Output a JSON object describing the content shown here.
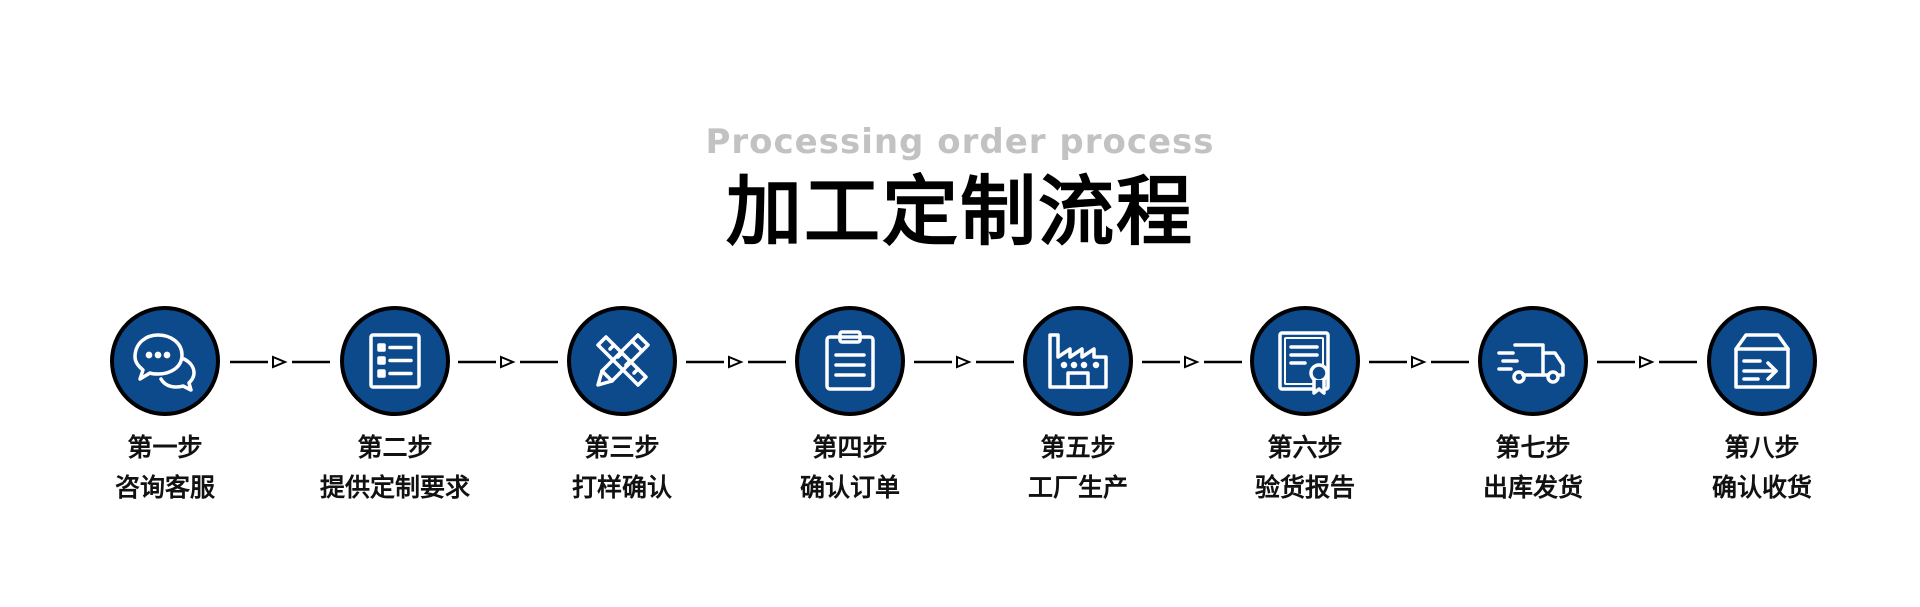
{
  "header": {
    "subtitle": "Processing order process",
    "title": "加工定制流程"
  },
  "colors": {
    "circle_fill": "#0d4a8c",
    "circle_border": "#000000",
    "subtitle": "#c2c2c2",
    "title": "#000000"
  },
  "steps": [
    {
      "number": "第一步",
      "name": "咨询客服",
      "icon": "chat-bubbles-icon"
    },
    {
      "number": "第二步",
      "name": "提供定制要求",
      "icon": "list-document-icon"
    },
    {
      "number": "第三步",
      "name": "打样确认",
      "icon": "pencil-ruler-icon"
    },
    {
      "number": "第四步",
      "name": "确认订单",
      "icon": "clipboard-icon"
    },
    {
      "number": "第五步",
      "name": "工厂生产",
      "icon": "factory-icon"
    },
    {
      "number": "第六步",
      "name": "验货报告",
      "icon": "certificate-icon"
    },
    {
      "number": "第七步",
      "name": "出库发货",
      "icon": "delivery-truck-icon"
    },
    {
      "number": "第八步",
      "name": "确认收货",
      "icon": "received-box-icon"
    }
  ]
}
